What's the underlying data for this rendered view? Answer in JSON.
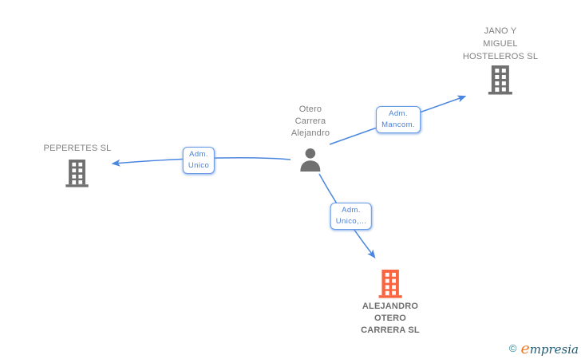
{
  "nodes": {
    "person": {
      "label": "Otero\nCarrera\nAlejandro"
    },
    "company_top_right": {
      "label": "JANO Y\nMIGUEL\nHOSTELEROS SL"
    },
    "company_left": {
      "label": "PEPERETES SL"
    },
    "company_bottom": {
      "label": "ALEJANDRO\nOTERO\nCARRERA SL",
      "highlighted": true
    }
  },
  "edges": {
    "to_company_top_right": {
      "label": "Adm.\nMancom."
    },
    "to_company_left": {
      "label": "Adm.\nUnico"
    },
    "to_company_bottom": {
      "label": "Adm.\nUnico,..."
    }
  },
  "icons": {
    "person": "person-silhouette-icon",
    "company": "building-icon"
  },
  "watermark": {
    "copyright": "©",
    "brand_initial": "e",
    "brand_rest": "mpresia"
  },
  "colors": {
    "edge_blue": "#4a86e0",
    "edge_label_border": "#6b9ce8",
    "edge_label_text": "#4a7fd6",
    "node_text_gray": "#7f7f7f",
    "node_text_dark": "#6e6e6e",
    "icon_gray": "#707070",
    "highlight_orange": "#f96540",
    "logo_orange": "#ef7924",
    "logo_teal": "#2e8191",
    "logo_dark": "#1f5a74"
  }
}
